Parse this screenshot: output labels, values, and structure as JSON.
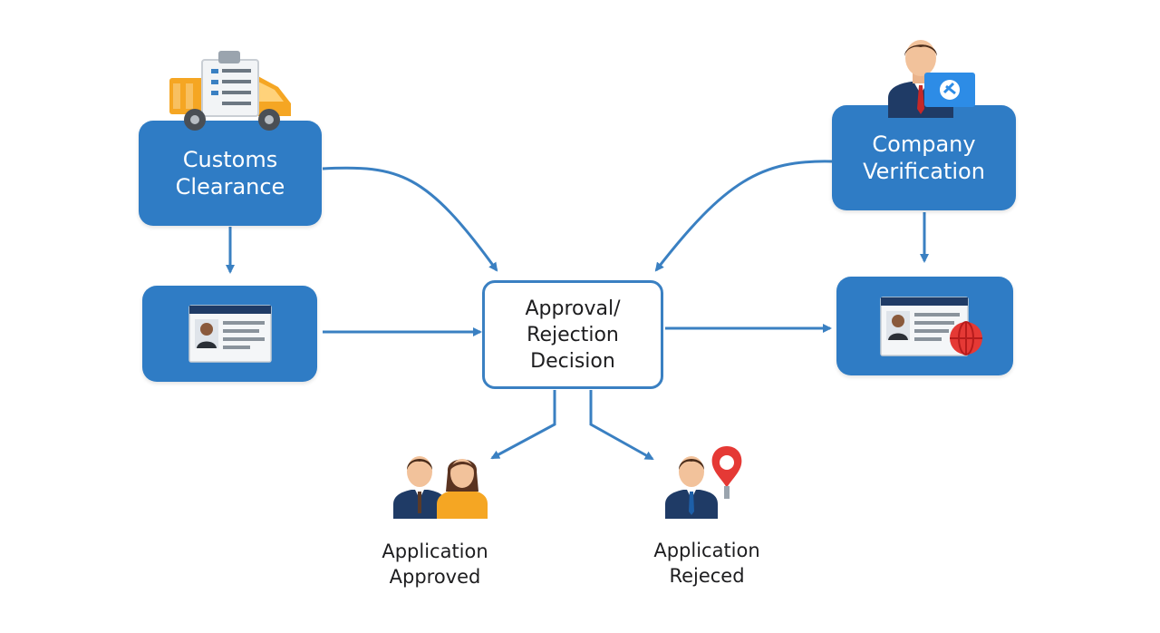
{
  "nodes": {
    "customs_clearance": "Customs\nClearance",
    "company_verification": "Company\nVerification",
    "decision": "Approval/\nRejection\nDecision"
  },
  "outcomes": {
    "approved": "Application\nApproved",
    "rejected": "Application\nRejeced"
  },
  "icons": {
    "customs": "truck-with-clipboard-icon",
    "company": "businessman-with-laptop-icon",
    "left_card": "id-card-icon",
    "right_card": "id-card-globe-icon",
    "approved": "two-people-icon",
    "rejected": "person-with-red-pin-icon"
  },
  "colors": {
    "node_blue": "#2f7cc5",
    "arrow": "#3a80c2",
    "reject_red": "#e53935",
    "truck_orange": "#f5a623"
  }
}
